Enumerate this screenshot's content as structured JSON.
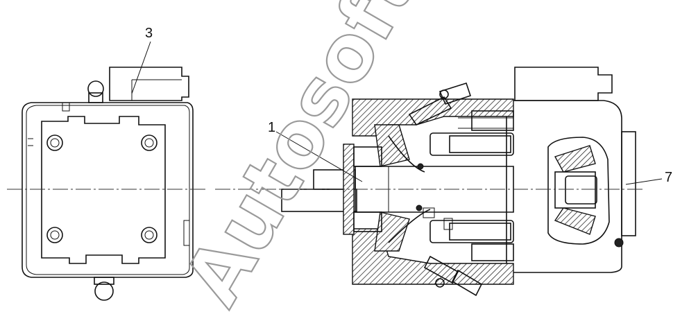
{
  "callouts": [
    {
      "id": "3",
      "label": "3"
    },
    {
      "id": "1",
      "label": "1"
    },
    {
      "id": "7",
      "label": "7"
    }
  ],
  "watermark": "Autosoft",
  "colors": {
    "line": "#111111",
    "watermark": "#9a9a9a",
    "background": "#ffffff"
  }
}
